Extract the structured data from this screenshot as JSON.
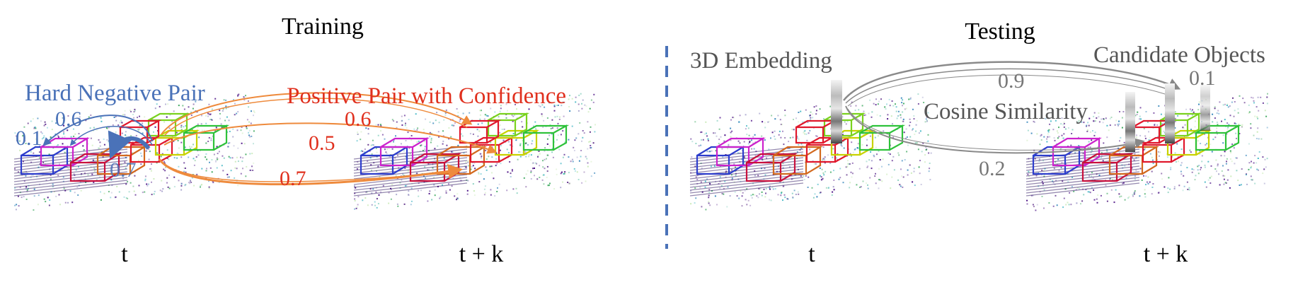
{
  "training": {
    "title": "Training",
    "hard_negative_label": "Hard Negative Pair",
    "positive_label": "Positive Pair with Confidence",
    "negative_scores": [
      "0.6",
      "0.1",
      "0.7"
    ],
    "positive_scores": [
      "0.6",
      "0.5",
      "0.7"
    ],
    "frame_left_label": "t",
    "frame_right_label": "t + k"
  },
  "testing": {
    "title": "Testing",
    "embedding_label": "3D Embedding",
    "candidates_label": "Candidate Objects",
    "similarity_label": "Cosine Similarity",
    "scores": [
      "0.9",
      "0.1",
      "0.2"
    ],
    "frame_left_label": "t",
    "frame_right_label": "t + k"
  },
  "colors": {
    "negative": "#4a72b8",
    "positive": "#e0301e",
    "positive_arrow": "#ee8a3c",
    "testing_text": "#555555",
    "divider": "#4a72b8"
  }
}
